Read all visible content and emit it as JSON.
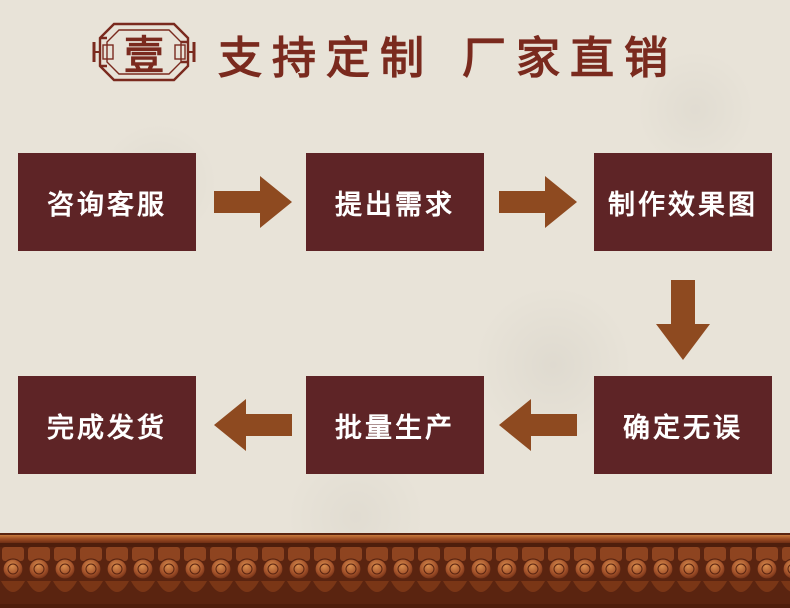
{
  "header": {
    "badge_char": "壹",
    "title_part1": "支持定制",
    "title_part2": "厂家直销"
  },
  "steps": [
    {
      "label": "咨询客服"
    },
    {
      "label": "提出需求"
    },
    {
      "label": "制作效果图"
    },
    {
      "label": "确定无误"
    },
    {
      "label": "批量生产"
    },
    {
      "label": "完成发货"
    }
  ],
  "colors": {
    "box": "#5e2426",
    "arrow": "#8e4a20",
    "title": "#7a2a1e",
    "background": "#e8e3d8",
    "roof": "#9a4a22"
  }
}
